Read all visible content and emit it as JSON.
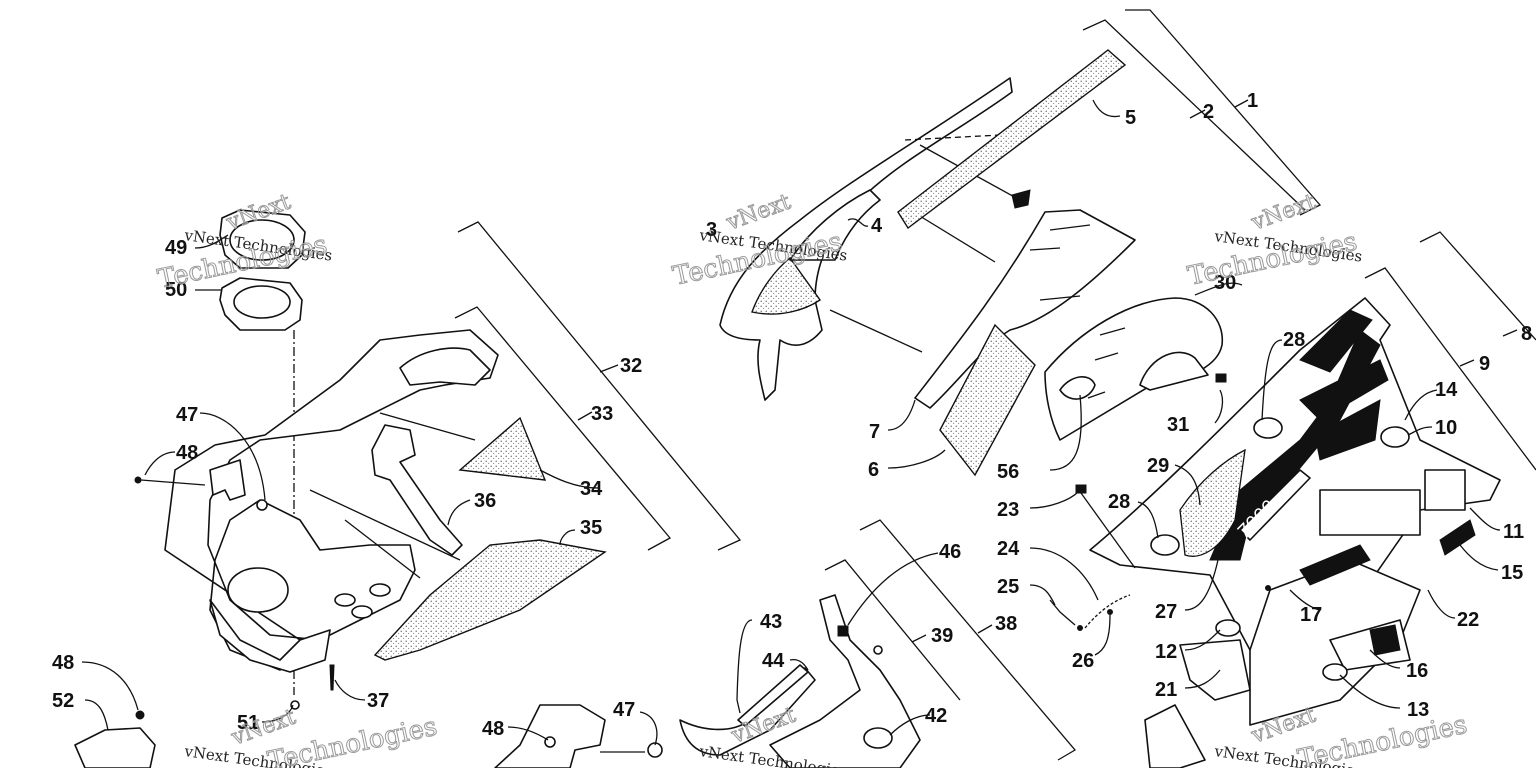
{
  "callouts": [
    "1",
    "2",
    "3",
    "4",
    "5",
    "6",
    "7",
    "8",
    "9",
    "10",
    "11",
    "12",
    "13",
    "14",
    "15",
    "16",
    "17",
    "21",
    "22",
    "23",
    "24",
    "25",
    "26",
    "27",
    "28",
    "28",
    "29",
    "30",
    "31",
    "32",
    "33",
    "34",
    "35",
    "36",
    "37",
    "38",
    "39",
    "42",
    "43",
    "44",
    "46",
    "47",
    "47",
    "48",
    "48",
    "48",
    "49",
    "50",
    "51",
    "52",
    "56"
  ],
  "watermark": {
    "brand": "vNext Technologies",
    "word_top": "vNext",
    "word_bottom": "Technologies"
  },
  "colors": {
    "ink": "#111111",
    "watermark": "#9a9a9a",
    "background": "#ffffff"
  }
}
